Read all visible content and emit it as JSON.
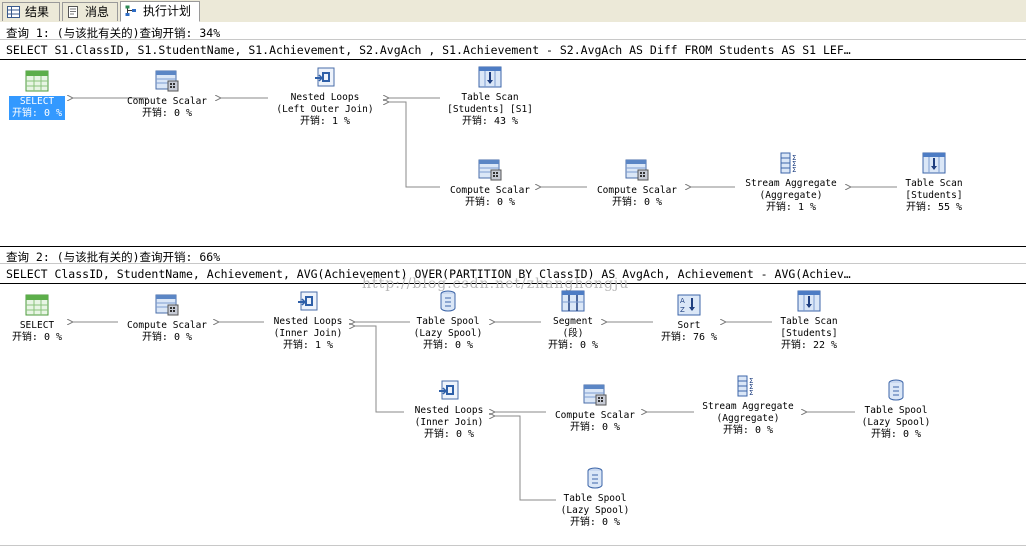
{
  "tabs": [
    {
      "label": "结果",
      "icon": "grid-icon"
    },
    {
      "label": "消息",
      "icon": "message-icon"
    },
    {
      "label": "执行计划",
      "icon": "plan-icon",
      "active": true
    }
  ],
  "query1": {
    "header": "查询 1: (与该批有关的)查询开销: 34%",
    "sql": "SELECT S1.ClassID, S1.StudentName, S1.Achievement, S2.AvgAch , S1.Achievement - S2.AvgAch AS Diff FROM Students AS S1 LEF…",
    "nodes": {
      "select": {
        "l1": "SELECT",
        "cost": "开销: 0 %"
      },
      "compute1": {
        "l1": "Compute Scalar",
        "cost": "开销: 0 %"
      },
      "nested": {
        "l1": "Nested Loops",
        "l2": "(Left Outer Join)",
        "cost": "开销: 1 %"
      },
      "scan1": {
        "l1": "Table Scan",
        "l2": "[Students] [S1]",
        "cost": "开销: 43 %"
      },
      "compute2": {
        "l1": "Compute Scalar",
        "cost": "开销: 0 %"
      },
      "compute3": {
        "l1": "Compute Scalar",
        "cost": "开销: 0 %"
      },
      "stream": {
        "l1": "Stream Aggregate",
        "l2": "(Aggregate)",
        "cost": "开销: 1 %"
      },
      "scan2": {
        "l1": "Table Scan",
        "l2": "[Students]",
        "cost": "开销: 55 %"
      }
    }
  },
  "query2": {
    "header": "查询 2: (与该批有关的)查询开销: 66%",
    "sql": "SELECT ClassID, StudentName, Achievement, AVG(Achievement) OVER(PARTITION BY ClassID) AS AvgAch, Achievement - AVG(Achiev…",
    "nodes": {
      "select": {
        "l1": "SELECT",
        "cost": "开销: 0 %"
      },
      "compute1": {
        "l1": "Compute Scalar",
        "cost": "开销: 0 %"
      },
      "nested1": {
        "l1": "Nested Loops",
        "l2": "(Inner Join)",
        "cost": "开销: 1 %"
      },
      "spool1": {
        "l1": "Table Spool",
        "l2": "(Lazy Spool)",
        "cost": "开销: 0 %"
      },
      "segment": {
        "l1": "Segment",
        "l2": "(段)",
        "cost": "开销: 0 %"
      },
      "sort": {
        "l1": "Sort",
        "cost": "开销: 76 %"
      },
      "scan": {
        "l1": "Table Scan",
        "l2": "[Students]",
        "cost": "开销: 22 %"
      },
      "nested2": {
        "l1": "Nested Loops",
        "l2": "(Inner Join)",
        "cost": "开销: 0 %"
      },
      "compute2": {
        "l1": "Compute Scalar",
        "cost": "开销: 0 %"
      },
      "stream": {
        "l1": "Stream Aggregate",
        "l2": "(Aggregate)",
        "cost": "开销: 0 %"
      },
      "spool2": {
        "l1": "Table Spool",
        "l2": "(Lazy Spool)",
        "cost": "开销: 0 %"
      },
      "spool3": {
        "l1": "Table Spool",
        "l2": "(Lazy Spool)",
        "cost": "开销: 0 %"
      }
    }
  },
  "watermark": "http://blog.csdn.net/zhanghongju"
}
